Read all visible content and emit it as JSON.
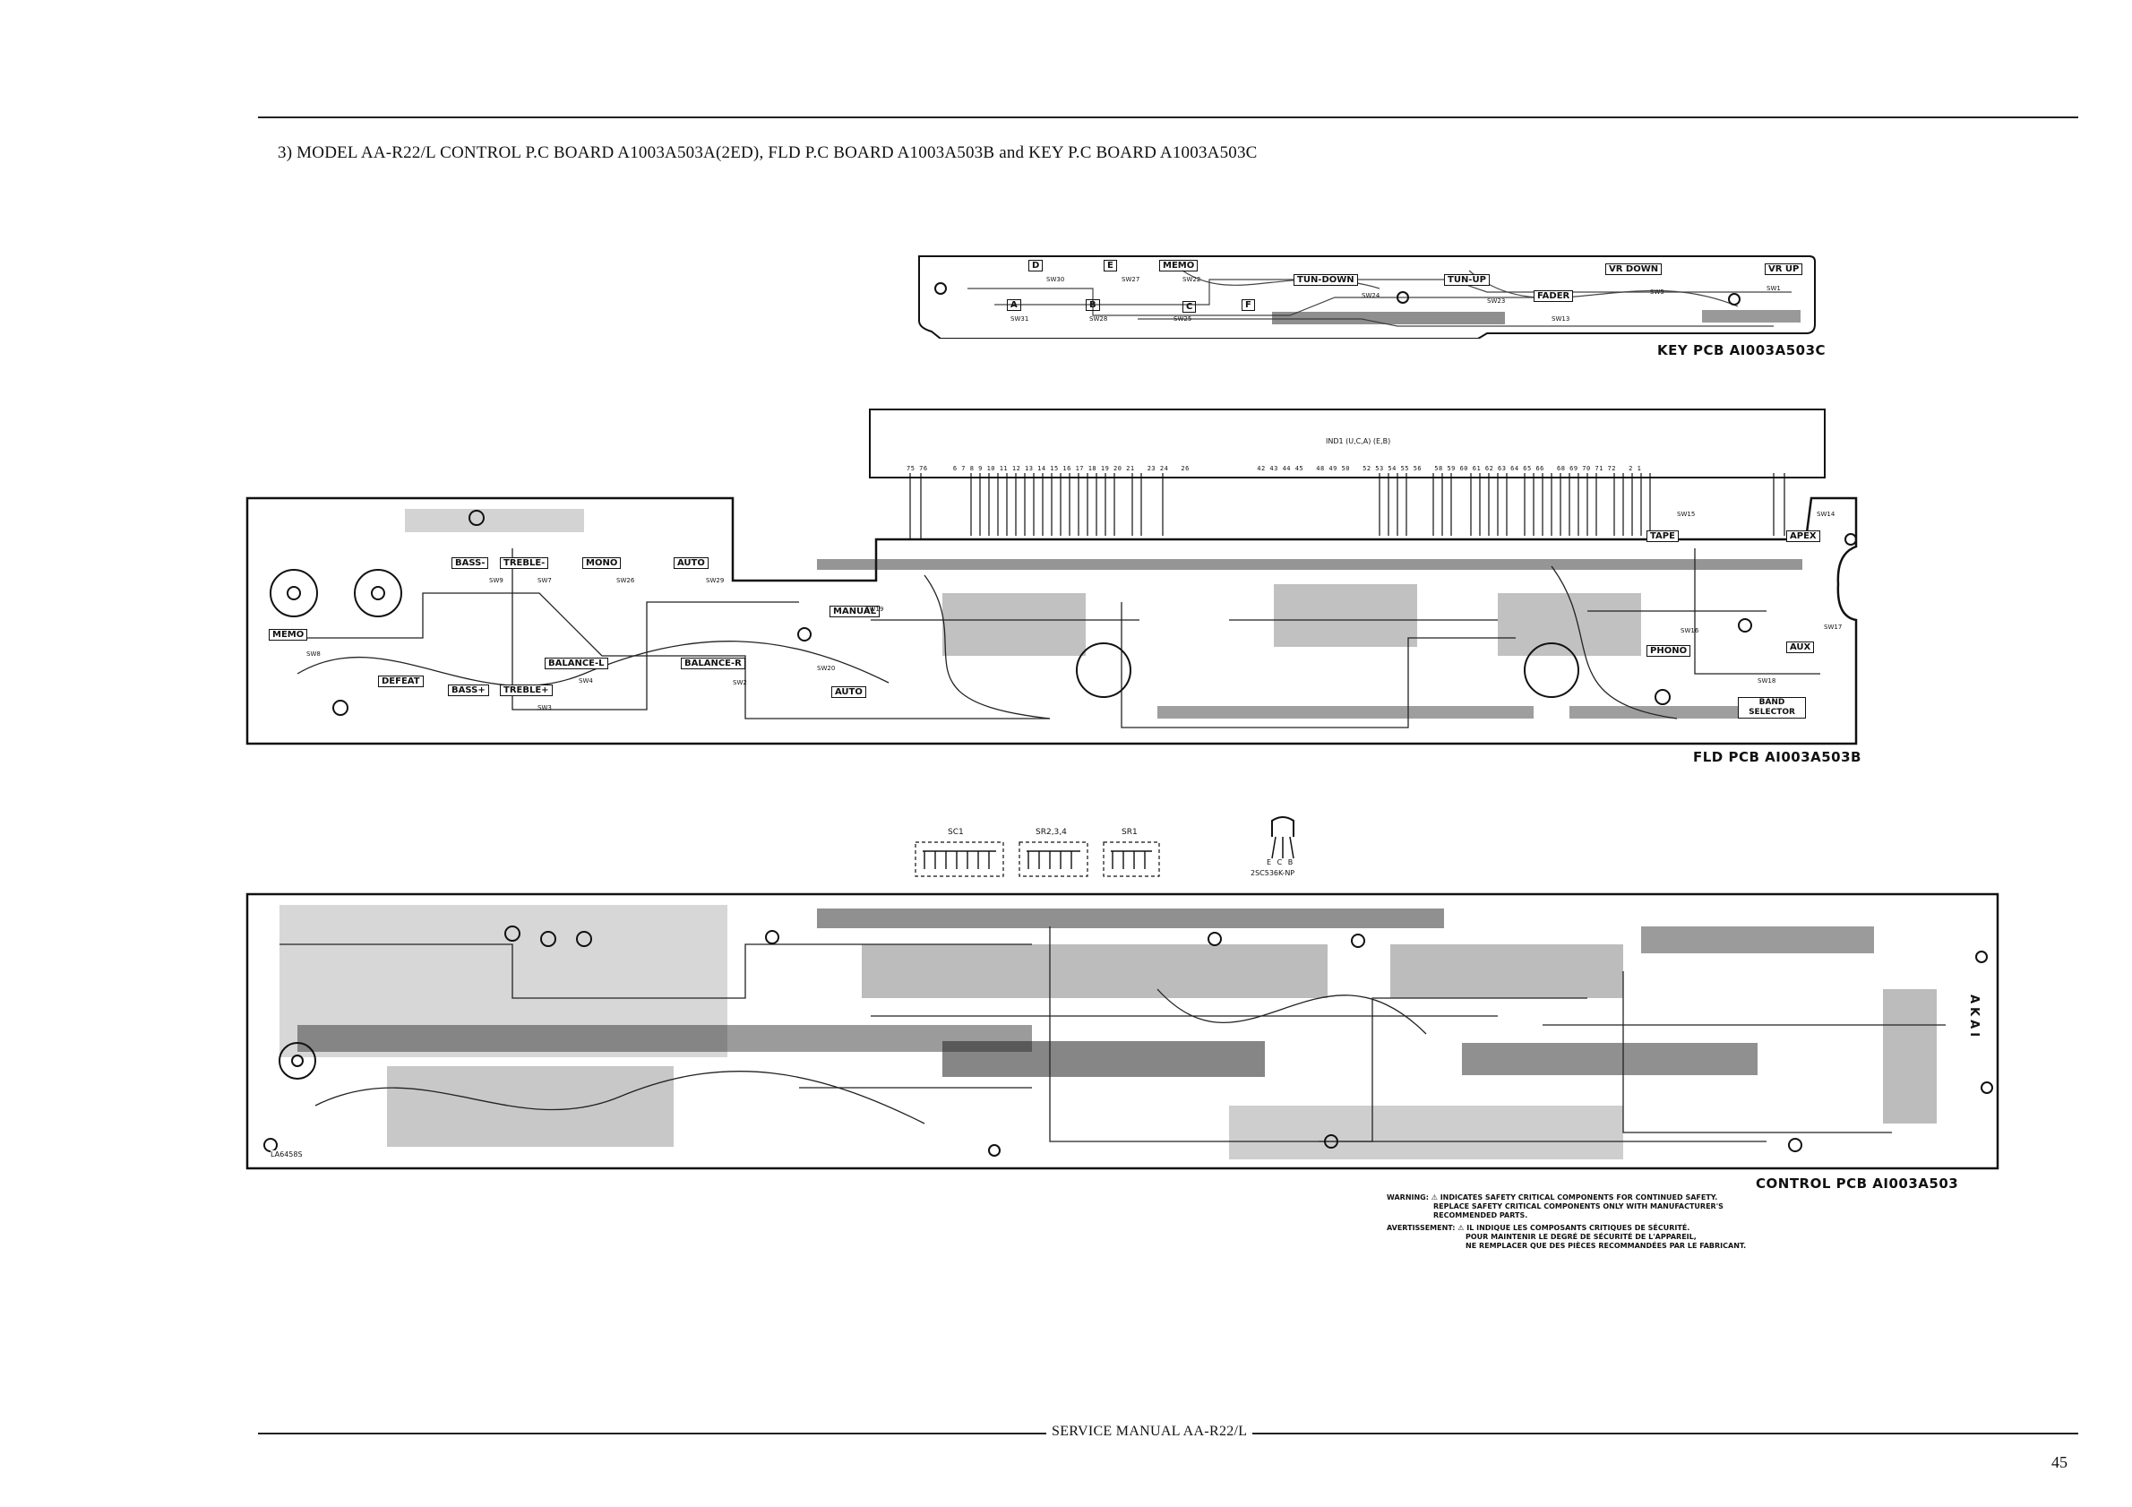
{
  "heading": "3) MODEL AA-R22/L CONTROL P.C BOARD A1003A503A(2ED), FLD P.C BOARD A1003A503B and KEY P.C BOARD A1003A503C",
  "key_pcb": {
    "label": "KEY PCB AI003A503C",
    "buttons": [
      "D",
      "E",
      "MEMO",
      "F",
      "A",
      "B",
      "C",
      "TUN-DOWN",
      "TUN-UP",
      "FADER",
      "VR DOWN",
      "VR UP"
    ],
    "switches": [
      "SW30",
      "SW27",
      "SW22",
      "SW31",
      "SW28",
      "SW25",
      "SW24",
      "SW23",
      "SW13",
      "SW5",
      "SW1"
    ]
  },
  "fld_display": {
    "label": "IND1 (U,C,A) (E,B)",
    "pin_numbers": "75 76      6 7 8 9 10 11 12 13 14 15 16 17 18 19 20 21   23 24   26                42 43 44 45   48 49 50   52 53 54 55 56   58 59 60 61 62 63 64 65 66   68 69 70 71 72   2 1"
  },
  "fld_pcb": {
    "label": "FLD PCB AI003A503B",
    "buttons": [
      "MEMO",
      "BASS-",
      "TREBLE-",
      "MONO",
      "AUTO",
      "DEFEAT",
      "BASS+",
      "TREBLE+",
      "BALANCE-L",
      "BALANCE-R",
      "MANUAL",
      "AUTO",
      "TAPE",
      "APEX",
      "PHONO",
      "AUX",
      "BAND SELECTOR"
    ],
    "switches": [
      "SW9",
      "SW7",
      "SW26",
      "SW29",
      "SW8",
      "SW3",
      "SW4",
      "SW2",
      "SW19",
      "SW20",
      "SW15",
      "SW14",
      "SW16",
      "SW17",
      "SW18"
    ]
  },
  "parts": {
    "sc": [
      "SC1",
      "SR2,3,4",
      "SR1"
    ],
    "transistor": "2SC536K-NP",
    "transistor_pins": "E C B"
  },
  "control_pcb": {
    "label": "CONTROL PCB AI003A503",
    "ic_label": "LA6458S",
    "side_text": "AKAI"
  },
  "warning": {
    "en_1": "WARNING: ⚠ INDICATES SAFETY CRITICAL COMPONENTS FOR CONTINUED SAFETY.",
    "en_2": "REPLACE SAFETY CRITICAL COMPONENTS ONLY WITH MANUFACTURER'S",
    "en_3": "RECOMMENDED PARTS.",
    "fr_1": "AVERTISSEMENT: ⚠ IL INDIQUE LES COMPOSANTS CRITIQUES DE SÉCURITÉ.",
    "fr_2": "POUR MAINTENIR LE DEGRÉ DE SÉCURITÉ DE L'APPAREIL,",
    "fr_3": "NE REMPLACER QUE DES PIÈCES RECOMMANDÉES PAR LE FABRICANT."
  },
  "footer": {
    "title": "SERVICE MANUAL AA-R22/L",
    "page": "45"
  }
}
